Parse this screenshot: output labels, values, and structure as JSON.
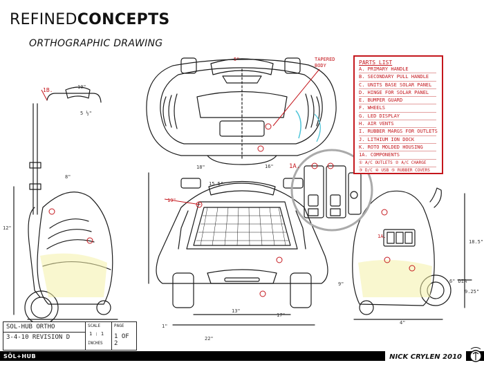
{
  "header": {
    "title_light": "REFINED",
    "title_bold": "CONCEPTS",
    "subtitle": "ORTHOGRAPHIC DRAWING"
  },
  "parts_list": {
    "heading": "PARTS LIST",
    "items": [
      "A. PRIMARY HANDLE",
      "B. SECONDARY PULL HANDLE",
      "C. UNITS BASE SOLAR PANEL",
      "D. HINGE FOR SOLAR PANEL",
      "E. BUMPER GUARD",
      "F. WHEELS",
      "G. LED DISPLAY",
      "H. AIR VENTS",
      "I. RUBBER MARGS FOR OUTLETS",
      "J. LITHIUM ION DOCK",
      "K. ROTO MOLDED HOUSING",
      "1A. COMPONENTS",
      "① A/C OUTLETS  ② A/C CHARGE",
      "③ D/C  ④ USB  ⑤ RUBBER COVERS"
    ]
  },
  "annotations": {
    "tapered_body": "TAPERED BODY",
    "label_1a": "1A.",
    "label_1b": "1B.",
    "label_1a_side": "1A.",
    "dim_10": "10\"",
    "dim_5_5": "5 ½\"",
    "dim_18": "18\"",
    "dim_12": "12\"",
    "dim_15_5": "15.5\"",
    "dim_13": "13\"",
    "dim_17": "17\"",
    "dim_22": "22\"",
    "dim_4": "4\"",
    "dim_18_5": "18.5\"",
    "dim_6_dia": "6\" DIA",
    "dim_9": "9\"",
    "dim_9_25": "9.25\"",
    "dim_19": "19\"",
    "dim_8": "8\"",
    "dim_1": "1\"",
    "dim_16": "16\"",
    "dim_5": "5\""
  },
  "title_block": {
    "name": "SOL-HUB ORTHO",
    "date": "3-4-10  REVISION D",
    "scale_label": "SCALE",
    "scale_value": "1 : 1",
    "scale_unit": "INCHES",
    "page_label": "PAGE",
    "page_value": "1 OF 2"
  },
  "footer": {
    "brand": "SŌL+HUB",
    "author": "NICK CRYLEN 2010"
  },
  "colors": {
    "ink": "#1a1a1a",
    "red": "#c4161c",
    "yellow": "#e8e25a",
    "cyan": "#4cc4d8"
  }
}
